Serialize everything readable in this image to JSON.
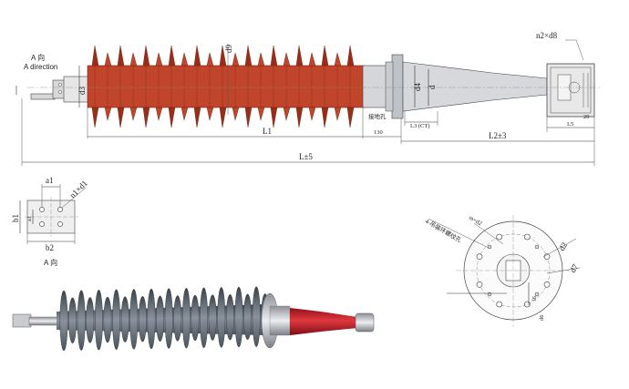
{
  "top_drawing": {
    "direction_label_cn": "A 向",
    "direction_label_en": "A direction",
    "dim_d9": "d9",
    "dim_d3": "d3",
    "dim_d4": "d4",
    "dim_d": "d",
    "dim_n2d8": "n2×d8",
    "dim_L1": "L1",
    "dim_130": "130",
    "dim_L3": "L3 (CT)",
    "dim_L2": "L2±3",
    "dim_L": "L±5",
    "dim_L5": "L5",
    "dim_20": "20",
    "ct_label": "接地孔"
  },
  "view_a": {
    "a1": "a1",
    "n1d1": "n1×d1",
    "b1": "b1",
    "a1_side": "a1",
    "b2": "b2",
    "caption": "A 向"
  },
  "flange_view": {
    "hole_label": "4-吊装环螺纹孔",
    "m_d2": "m×d2",
    "d2": "d2",
    "d7": "d7",
    "l6": "l6",
    "d6": "d6"
  },
  "colors": {
    "shed_red": "#c0452b",
    "shed_dark": "#9a2d18",
    "metal": "#c9cbcf",
    "photo_shed": "#6c7580",
    "photo_red": "#c4202a"
  }
}
